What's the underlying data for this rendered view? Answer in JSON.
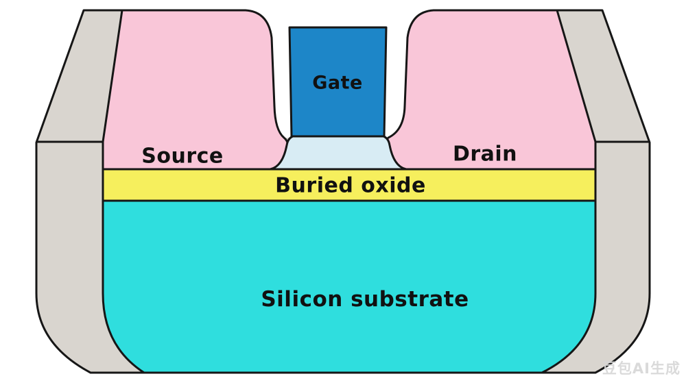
{
  "diagram": {
    "labels": {
      "gate": "Gate",
      "source": "Source",
      "drain": "Drain",
      "buried_oxide": "Buried oxide",
      "substrate": "Silicon substrate"
    },
    "colors": {
      "raised_pink": "#f9c6d8",
      "gate_blue": "#1d86c8",
      "channel_blue": "#d8ecf4",
      "oxide_yellow": "#f6ef5d",
      "substrate_cyan": "#2fdede",
      "side_gray": "#d9d5cf",
      "outline_black": "#161616",
      "background_white": "#ffffff"
    }
  },
  "watermark": {
    "text": "豆包AI生成"
  }
}
